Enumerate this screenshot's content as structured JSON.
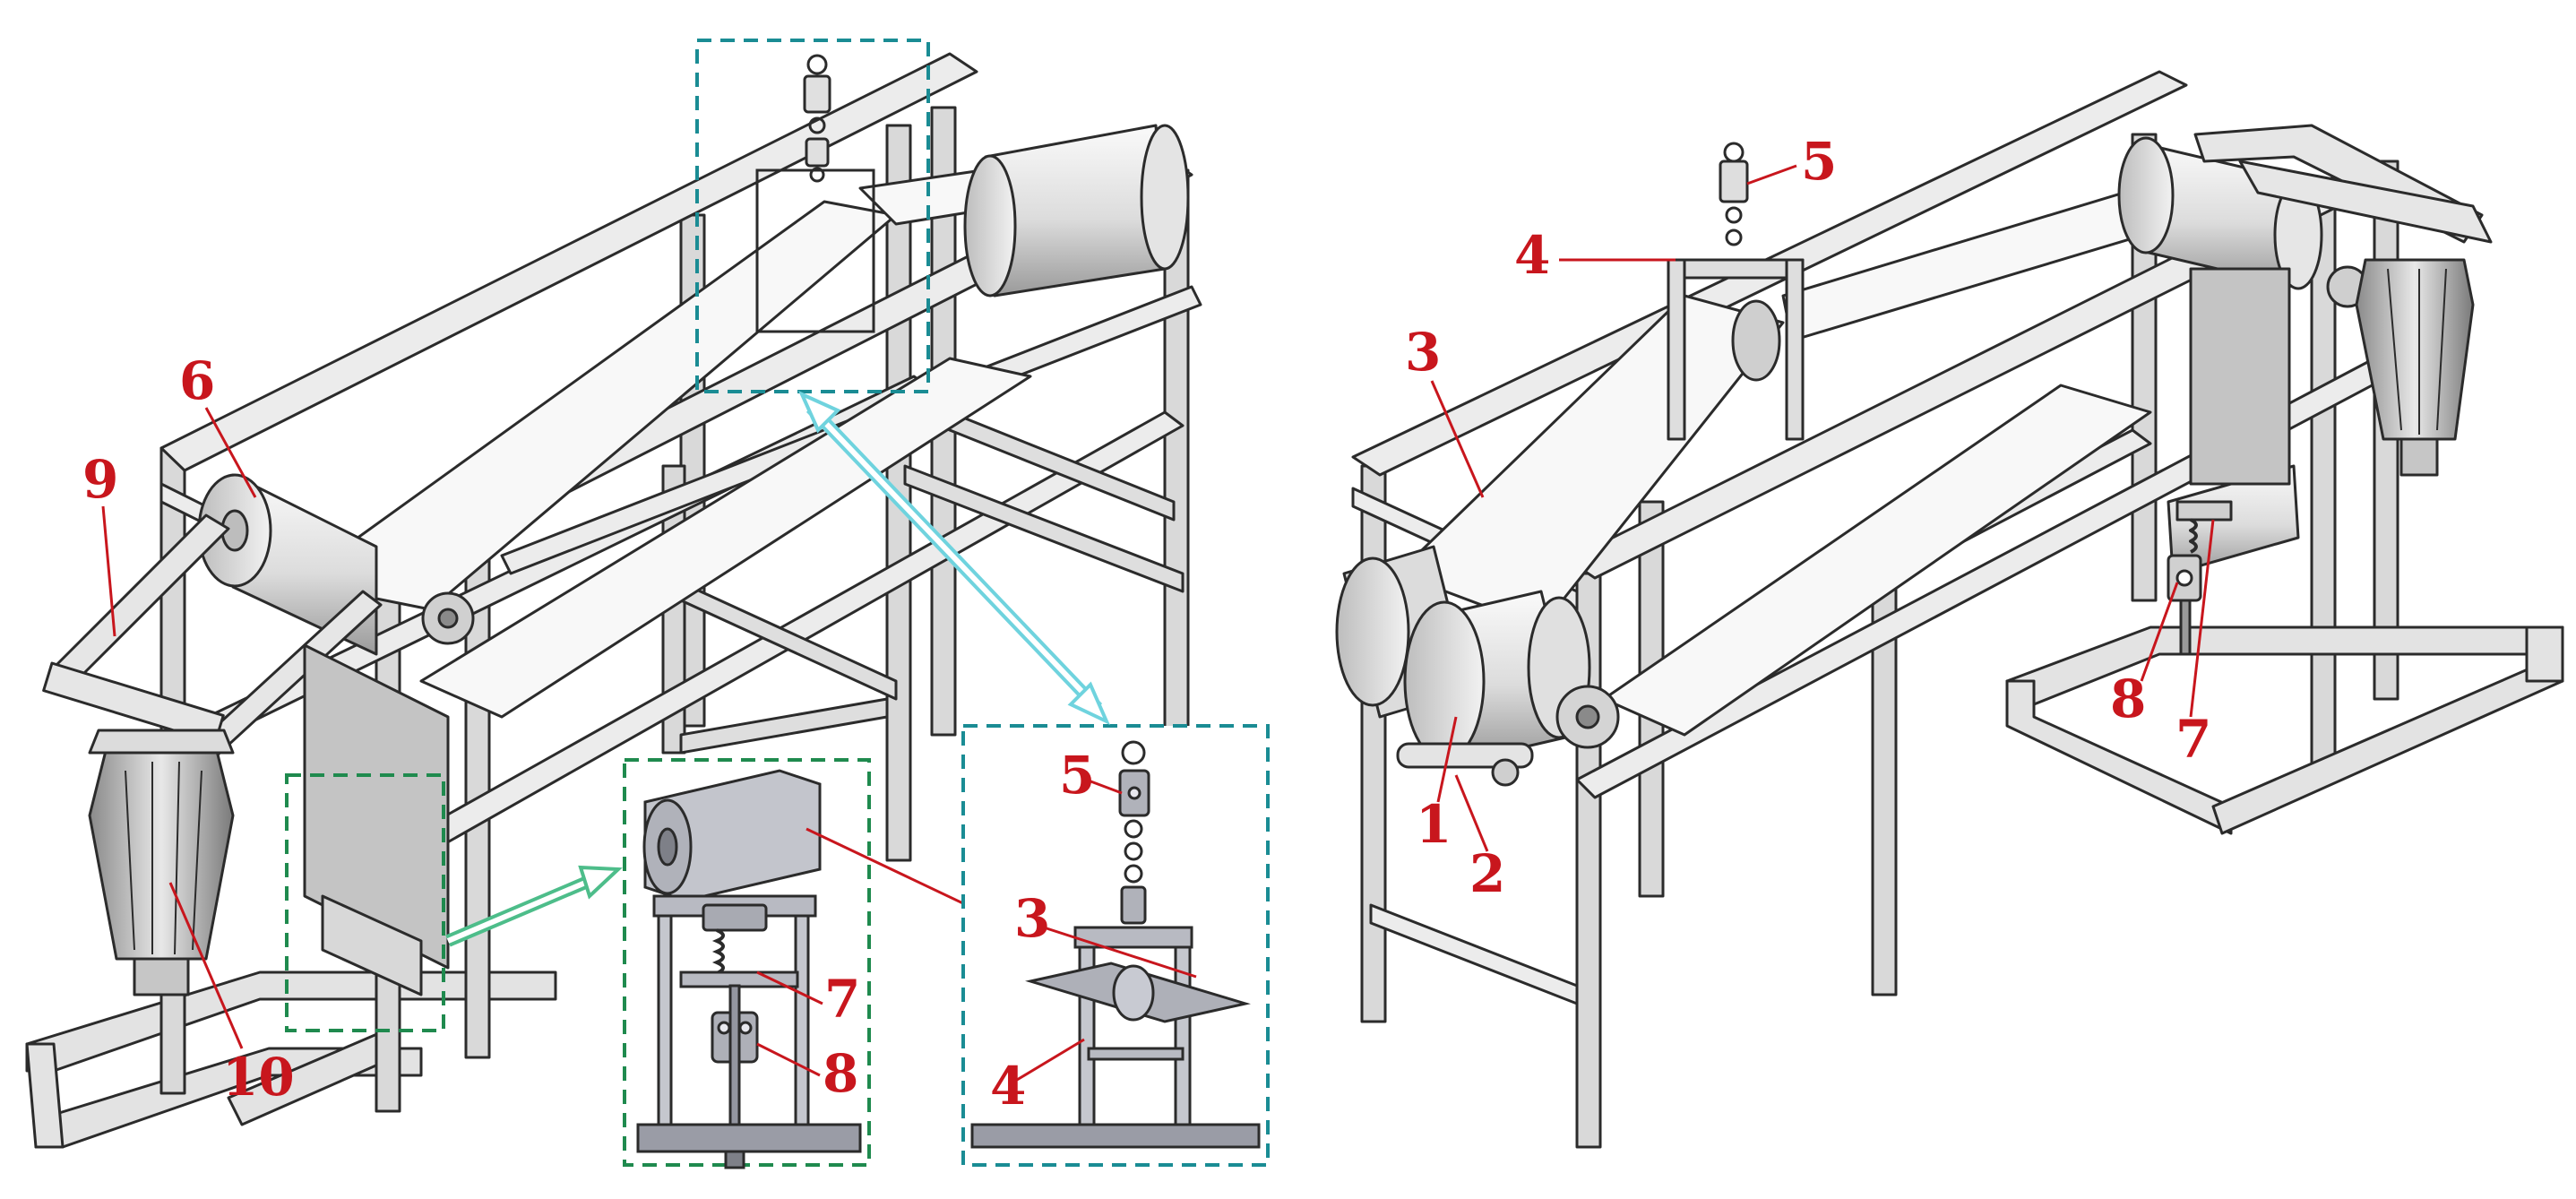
{
  "colors": {
    "label": "#c8161d",
    "cyan_box": "#1a8c94",
    "green_box": "#1f8a4e",
    "arrow_cyan": "#6fd3de",
    "arrow_green": "#4dbd8a",
    "metal_light": "#eeeeee",
    "metal_mid": "#cfcfcf",
    "metal_dark": "#8e8e8e",
    "outline": "#2b2b2b",
    "belt": "#f7f7f7"
  },
  "labels": {
    "left_main": {
      "n6": "6",
      "n9": "9",
      "n10": "10"
    },
    "detail_green": {
      "n3": "3",
      "n7": "7",
      "n8": "8"
    },
    "detail_cyan": {
      "n5": "5",
      "n4": "4"
    },
    "right_main": {
      "n1": "1",
      "n2": "2",
      "n3": "3",
      "n4": "4",
      "n5": "5",
      "n7": "7",
      "n8": "8"
    }
  }
}
